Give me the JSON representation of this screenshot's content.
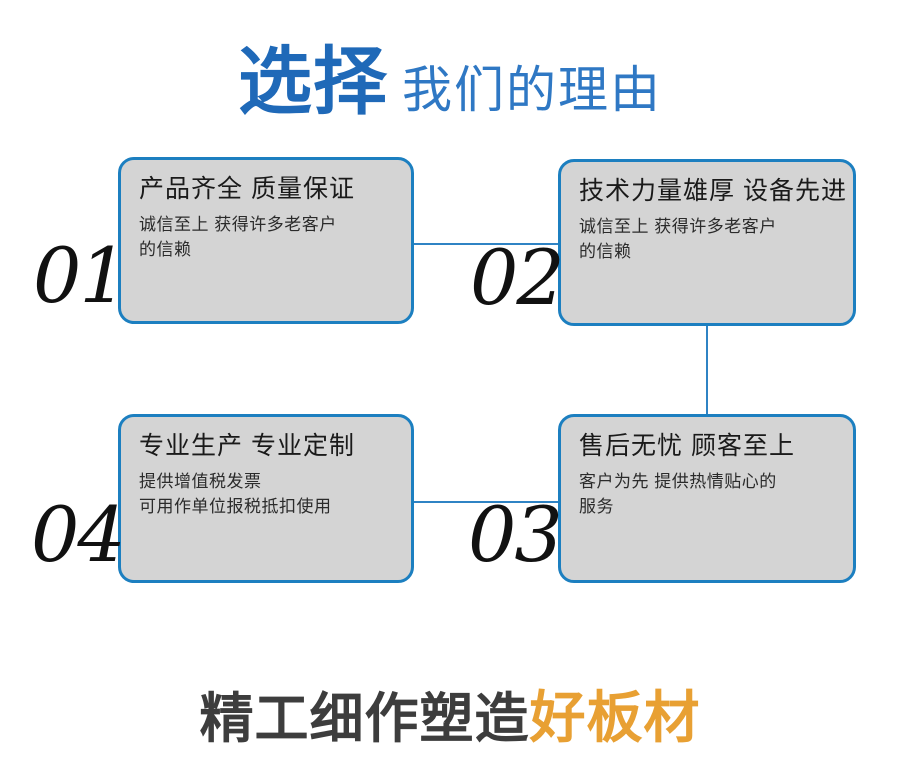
{
  "header": {
    "emphasis": "选择",
    "rest": "我们的理由",
    "accent_color": "#1f69b8"
  },
  "cards": [
    {
      "number": "01",
      "title": "产品齐全 质量保证",
      "body_lines": [
        "诚信至上 获得许多老客户",
        "的信赖"
      ]
    },
    {
      "number": "02",
      "title": "技术力量雄厚 设备先进",
      "body_lines": [
        "诚信至上 获得许多老客户",
        "的信赖"
      ]
    },
    {
      "number": "03",
      "title": "售后无忧 顾客至上",
      "body_lines": [
        "客户为先 提供热情贴心的",
        "服务"
      ]
    },
    {
      "number": "04",
      "title": "专业生产 专业定制",
      "body_lines": [
        "提供增值税发票",
        "可用作单位报税抵扣使用"
      ]
    }
  ],
  "footer": {
    "lead": "精工细作塑造",
    "highlight": "好板材",
    "highlight_color": "#e8a033"
  },
  "theme": {
    "card_fill": "#d4d4d4",
    "card_border": "#1c7fc0",
    "connector": "#2f83c4",
    "background": "#ffffff"
  }
}
